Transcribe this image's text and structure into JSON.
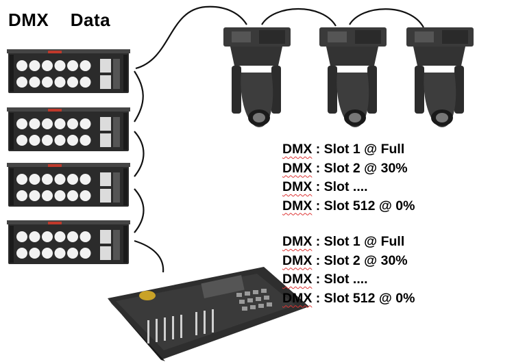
{
  "title": "DMX  Data",
  "dimmer_packs": [
    {
      "name": "dimmer-pack-1"
    },
    {
      "name": "dimmer-pack-2"
    },
    {
      "name": "dimmer-pack-3"
    },
    {
      "name": "dimmer-pack-4"
    }
  ],
  "moving_heads": [
    {
      "name": "moving-head-1"
    },
    {
      "name": "moving-head-2"
    },
    {
      "name": "moving-head-3"
    }
  ],
  "upper_messages": [
    {
      "prefix": "DMX",
      "text": " : Slot 1 @ Full"
    },
    {
      "prefix": "DMX",
      "text": " : Slot 2 @ 30%"
    },
    {
      "prefix": "DMX",
      "text": " : Slot ...."
    },
    {
      "prefix": "DMX",
      "text": " : Slot 512 @ 0%"
    }
  ],
  "lower_messages": [
    {
      "prefix": "DMX",
      "text": " : Slot 1 @ Full"
    },
    {
      "prefix": "DMX",
      "text": " : Slot 2 @ 30%"
    },
    {
      "prefix": "DMX",
      "text": " : Slot ...."
    },
    {
      "prefix": "DMX",
      "text": " : Slot 512 @ 0%"
    }
  ],
  "colors": {
    "wire": "#111111",
    "device_body": "#2b2b2b",
    "socket": "#f2f2f2",
    "accent": "#c0392b"
  }
}
